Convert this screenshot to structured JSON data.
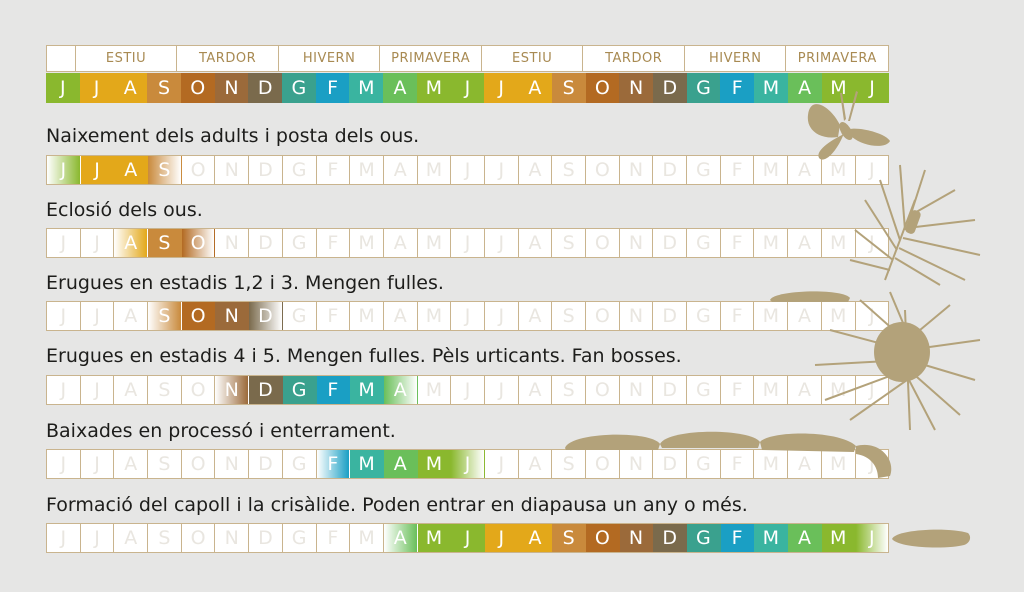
{
  "seasons": [
    "ESTIU",
    "TARDOR",
    "HIVERN",
    "PRIMAVERA",
    "ESTIU",
    "TARDOR",
    "HIVERN",
    "PRIMAVERA"
  ],
  "months": [
    "J",
    "J",
    "A",
    "S",
    "O",
    "N",
    "D",
    "G",
    "F",
    "M",
    "A",
    "M",
    "J",
    "J",
    "A",
    "S",
    "O",
    "N",
    "D",
    "G",
    "F",
    "M",
    "A",
    "M",
    "J"
  ],
  "month_colors": [
    "#8ab82e",
    "#e3a81a",
    "#e3a81a",
    "#c98a3c",
    "#b36a22",
    "#9b6a3a",
    "#7a6a4c",
    "#3aa18e",
    "#1a9fc4",
    "#3ab4a0",
    "#6abf5a",
    "#8ab82e",
    "#8ab82e",
    "#e3a81a",
    "#e3a81a",
    "#c98a3c",
    "#b36a22",
    "#9b6a3a",
    "#7a6a4c",
    "#3aa18e",
    "#1a9fc4",
    "#3ab4a0",
    "#6abf5a",
    "#8ab82e",
    "#8ab82e"
  ],
  "stages": [
    {
      "title": "Naixement dels adults i posta dels ous.",
      "active": [
        0,
        1,
        2,
        3
      ]
    },
    {
      "title": "Eclosió dels ous.",
      "active": [
        2,
        3,
        4
      ]
    },
    {
      "title": "Erugues en estadis 1,2 i 3. Mengen fulles.",
      "active": [
        3,
        4,
        5,
        6
      ]
    },
    {
      "title": "Erugues en estadis 4 i 5. Mengen fulles. Pèls urticants. Fan bosses.",
      "active": [
        5,
        6,
        7,
        8,
        9,
        10
      ]
    },
    {
      "title": "Baixades en processó i enterrament.",
      "active": [
        8,
        9,
        10,
        11,
        12
      ]
    },
    {
      "title": "Formació del capoll i la crisàlide. Poden entrar en diapausa un any o més.",
      "active": [
        10,
        11,
        12,
        13,
        14,
        15,
        16,
        17,
        18,
        19,
        20,
        21,
        22,
        23,
        24
      ]
    }
  ],
  "silhouette_color": "#b3a27a"
}
